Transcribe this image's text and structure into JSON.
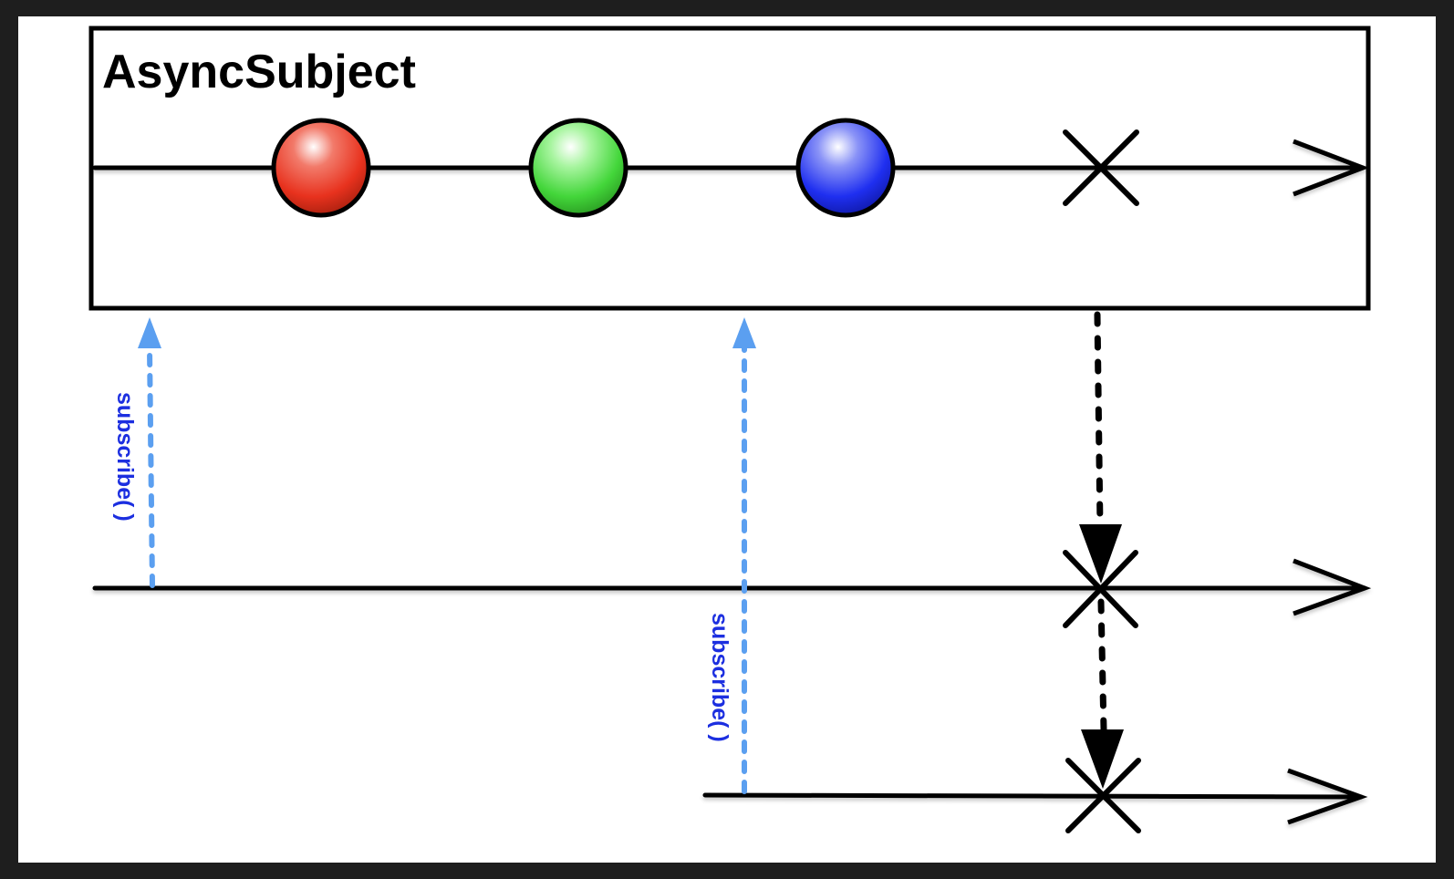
{
  "diagram": {
    "title": "AsyncSubject",
    "subject_events": [
      {
        "kind": "marble",
        "color": "red"
      },
      {
        "kind": "marble",
        "color": "green"
      },
      {
        "kind": "marble",
        "color": "blue"
      },
      {
        "kind": "terminate",
        "symbol": "x"
      }
    ],
    "subscriptions": [
      {
        "label": "subscribe( )",
        "arrow_color": "#5b9ff0",
        "label_color": "#1c2fe0"
      },
      {
        "label": "subscribe( )",
        "arrow_color": "#5b9ff0",
        "label_color": "#1c2fe0"
      }
    ],
    "colors": {
      "background": "#ffffff",
      "frame": "#1e1e1e",
      "line": "#000000",
      "subscribe_arrow": "#5b9ff0",
      "subscribe_label": "#1c2fe0",
      "marble_red": "#e8321e",
      "marble_green": "#43d63a",
      "marble_blue": "#1f2ff0"
    }
  }
}
